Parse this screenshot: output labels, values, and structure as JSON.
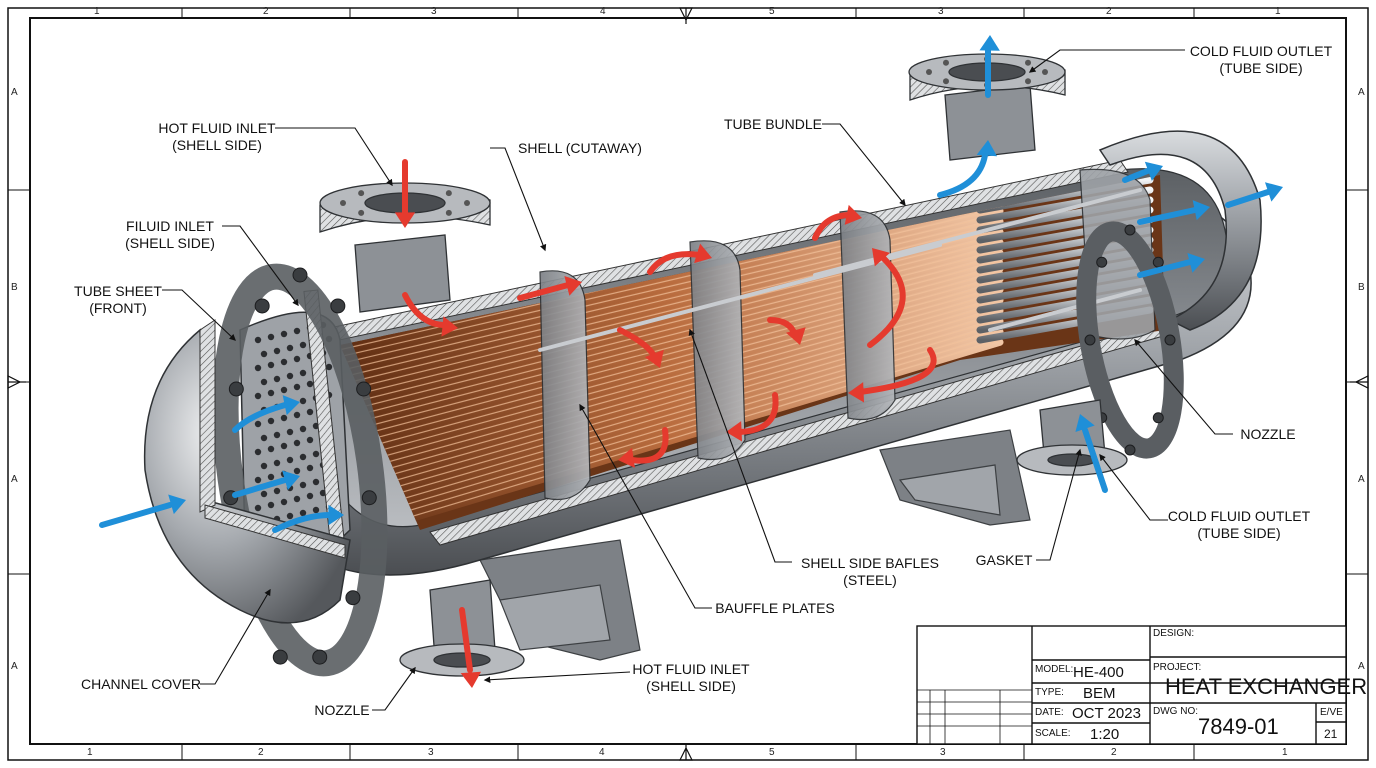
{
  "labels": {
    "hot_inlet_top": [
      "HOT FLUID INLET",
      "(SHELL SIDE)"
    ],
    "shell": [
      "SHELL (CUTAWAY)"
    ],
    "fluid_inlet": [
      "FILUID INLET",
      "(SHELL SIDE)"
    ],
    "tube_sheet": [
      "TUBE SHEET",
      "(FRONT)"
    ],
    "tube_bundle": [
      "TUBE BUNDLE"
    ],
    "cold_outlet_top": [
      "COLD FLUID OUTLET",
      "(TUBE SIDE)"
    ],
    "nozzle_right": [
      "NOZZLE"
    ],
    "cold_outlet_bottom": [
      "COLD FLUID OUTLET",
      "(TUBE SIDE)"
    ],
    "gasket": [
      "GASKET"
    ],
    "baffles": [
      "SHELL SIDE BAFLES",
      "(STEEL)"
    ],
    "bauffle": [
      "BAUFFLE PLATES"
    ],
    "channel_cover": [
      "CHANNEL COVER"
    ],
    "nozzle_bottom": [
      "NOZZLE"
    ],
    "hot_inlet_bottom": [
      "HOT FLUID INLET",
      "(SHELL SIDE)"
    ]
  },
  "border_refs": {
    "top_columns": [
      "1",
      "2",
      "3",
      "4",
      "5",
      "3",
      "2",
      "1"
    ],
    "bottom_columns": [
      "1",
      "2",
      "3",
      "4",
      "5",
      "3",
      "2",
      "1"
    ],
    "left_rows": [
      "A",
      "B",
      "A",
      "A"
    ],
    "right_rows": [
      "A",
      "B",
      "A",
      "A"
    ]
  },
  "title_block": {
    "design_label": "DESIGN:",
    "model_label": "MODEL:",
    "model_value": "HE-400",
    "type_label": "TYPE:",
    "type_value": "BEM",
    "date_label": "DATE:",
    "date_value": "OCT 2023",
    "scale_label": "SCALE:",
    "scale_value": "1:20",
    "project_label": "PROJECT:",
    "project_value": "HEAT EXCHANGER",
    "dwg_label": "DWG NO:",
    "dwg_value": "7849-01",
    "rev_label": "E/VE",
    "rev_value": "21"
  },
  "colors": {
    "hot_arrow": "#e53a2e",
    "cold_arrow": "#1f8fd8",
    "copper": "#b8683a",
    "steel": "#8e9297"
  }
}
